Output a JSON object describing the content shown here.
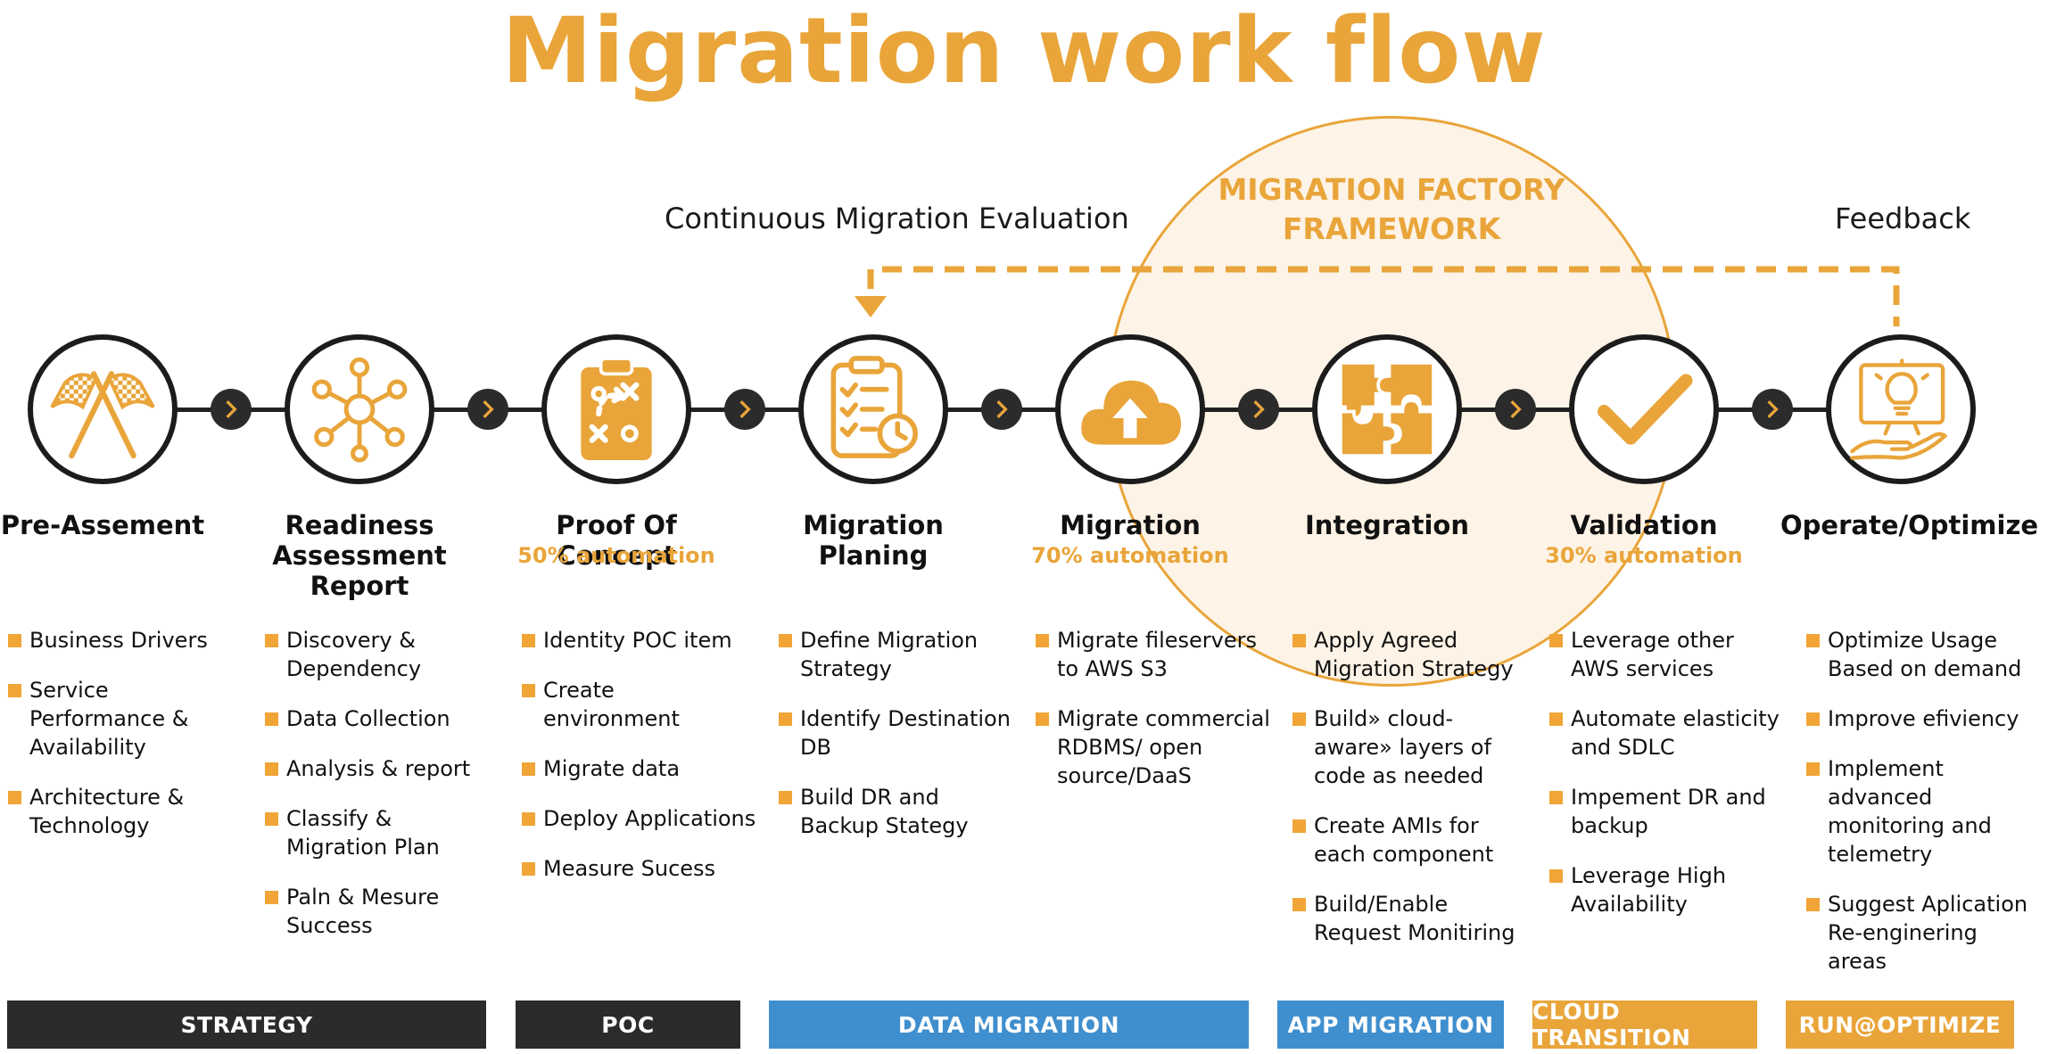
{
  "title": "Migration work flow",
  "factory": {
    "line1": "MIGRATION FACTORY",
    "line2": "FRAMEWORK"
  },
  "evaluation_label": "Continuous Migration Evaluation",
  "feedback_label": "Feedback",
  "colors": {
    "accent": "#e9a53a",
    "dark": "#2b2b2b",
    "blue": "#3f8fcf",
    "factory_fill": "#fdf3e6"
  },
  "steps": [
    {
      "icon": "checkered-flags-icon",
      "title": "Pre-Assement",
      "automation": "",
      "bullets": [
        "Business Drivers",
        "Service Performance & Availability",
        "Architecture & Technology"
      ]
    },
    {
      "icon": "network-nodes-icon",
      "title": "Readiness Assessment Report",
      "automation": "",
      "bullets": [
        "Discovery & Dependency",
        "Data Collection",
        "Analysis & report",
        "Classify & Migration Plan",
        "Paln & Mesure Success"
      ]
    },
    {
      "icon": "strategy-clipboard-icon",
      "title": "Proof Of Concept",
      "automation": "50% automation",
      "bullets": [
        "Identity POC item",
        "Create environment",
        "Migrate data",
        "Deploy Applications",
        "Measure Sucess"
      ]
    },
    {
      "icon": "checklist-clock-icon",
      "title": "Migration Planing",
      "automation": "",
      "bullets": [
        "Define Migration Strategy",
        "Identify Destination DB",
        "Build DR and Backup Stategy"
      ]
    },
    {
      "icon": "cloud-upload-icon",
      "title": "Migration",
      "automation": "70% automation",
      "bullets": [
        "Migrate fileservers to AWS S3",
        "Migrate commercial RDBMS/ open source/DaaS"
      ]
    },
    {
      "icon": "puzzle-icon",
      "title": "Integration",
      "automation": "",
      "bullets": [
        "Apply Agreed Migration Strategy",
        "Build» cloud-aware» layers of code as needed",
        "Create AMIs for each component",
        "Build/Enable Request Monitiring"
      ]
    },
    {
      "icon": "checkmark-icon",
      "title": "Validation",
      "automation": "30% automation",
      "bullets": [
        "Leverage other AWS services",
        "Automate elasticity and SDLC",
        "Impement DR and backup",
        "Leverage High Availability"
      ]
    },
    {
      "icon": "idea-monitor-icon",
      "title": "Operate/Optimize",
      "automation": "",
      "bullets": [
        "Optimize Usage Based on demand",
        "Improve efiviency",
        "Implement advanced monitoring and telemetry",
        "Suggest Aplication Re-enginering areas"
      ]
    }
  ],
  "phases": [
    {
      "label": "STRATEGY",
      "color": "#2b2b2b"
    },
    {
      "label": "POC",
      "color": "#2b2b2b"
    },
    {
      "label": "DATA MIGRATION",
      "color": "#3f8fcf"
    },
    {
      "label": "APP MIGRATION",
      "color": "#3f8fcf"
    },
    {
      "label": "CLOUD TRANSITION",
      "color": "#e9a53a"
    },
    {
      "label": "RUN@OPTIMIZE",
      "color": "#e9a53a"
    }
  ]
}
